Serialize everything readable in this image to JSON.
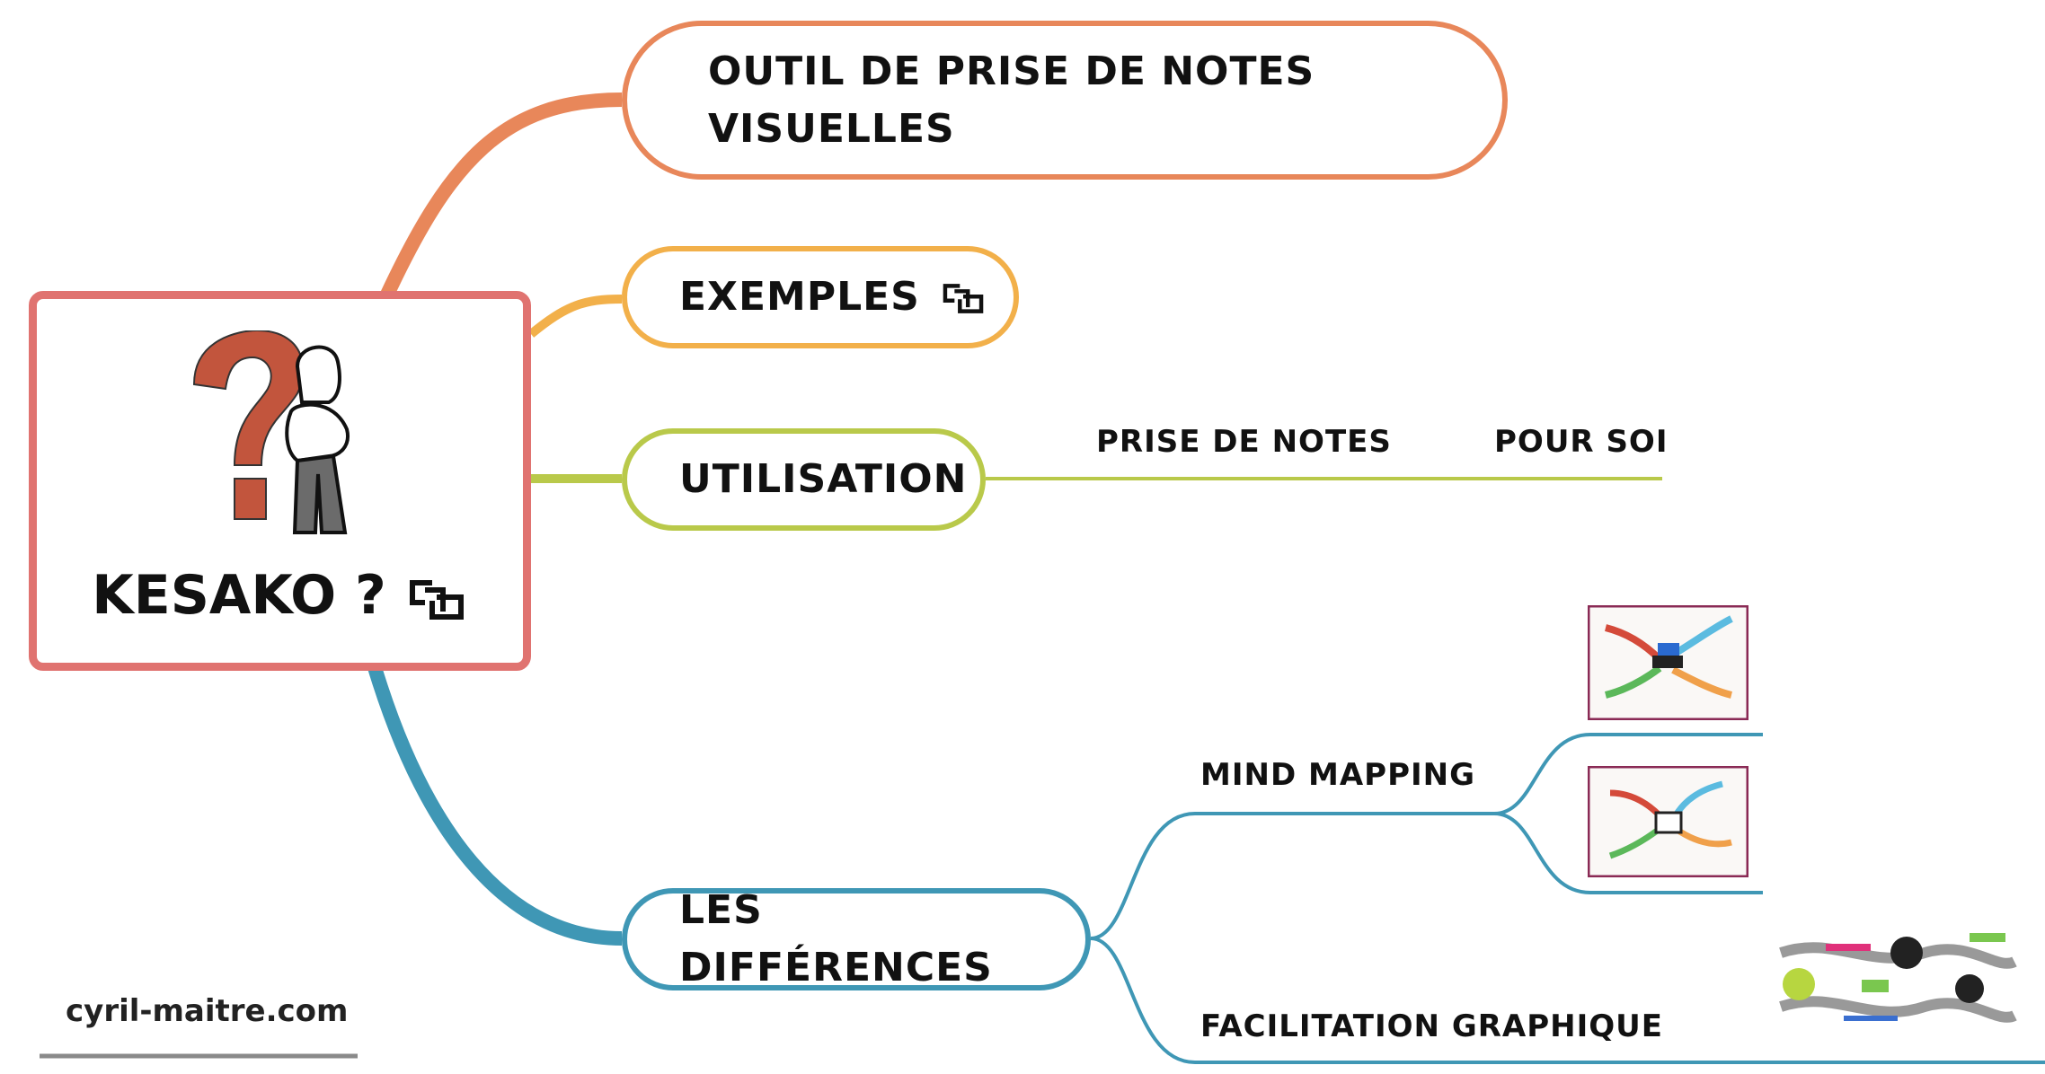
{
  "central": {
    "title": "KESAKO ?",
    "icon": "thinking-person-question-icon",
    "link_icon": "link-icon"
  },
  "branches": [
    {
      "label_lines": [
        "OUTIL DE PRISE DE NOTES",
        "VISUELLES"
      ],
      "color": "#e8875a"
    },
    {
      "label": "EXEMPLES",
      "color": "#f2b04a",
      "link_icon": "link-icon"
    },
    {
      "label": "UTILISATION",
      "color": "#b9c94a",
      "children": [
        "PRISE DE NOTES",
        "POUR SOI"
      ]
    },
    {
      "label": "LES DIFFÉRENCES",
      "color": "#3f97b5",
      "children": [
        "MIND MAPPING",
        "FACILITATION GRAPHIQUE"
      ]
    }
  ],
  "footer": {
    "site": "cyril-maitre.com"
  }
}
